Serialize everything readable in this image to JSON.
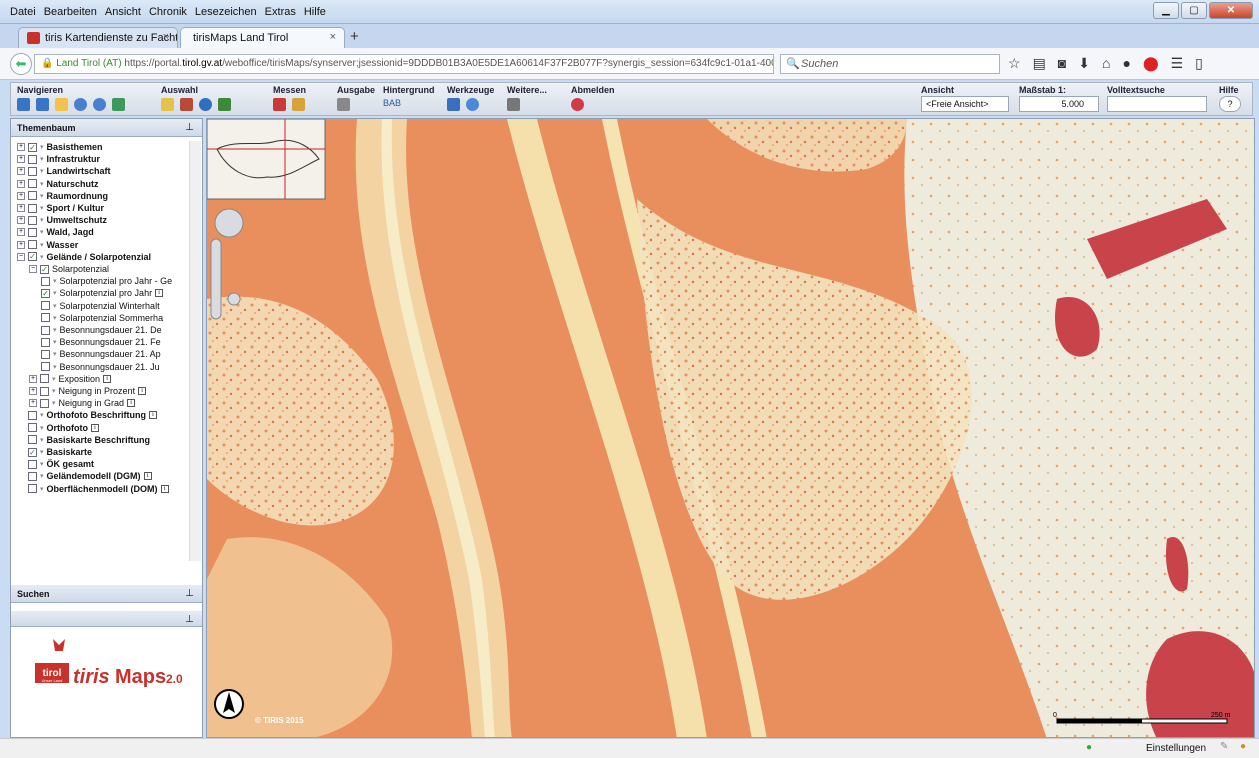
{
  "menu": [
    "Datei",
    "Bearbeiten",
    "Ansicht",
    "Chronik",
    "Lesezeichen",
    "Extras",
    "Hilfe"
  ],
  "tabs": [
    {
      "label": "tiris Kartendienste zu Facht..."
    },
    {
      "label": "tirisMaps Land Tirol"
    }
  ],
  "nav": {
    "identity": "Land Tirol (AT)",
    "url_prefix": "https://portal.",
    "url_domain": "tirol.gv.at",
    "url_path": "/weboffice/tirisMaps/synserver;jsessionid=9DDDB01B3A0E5DE1A60614F37F2B077F?synergis_session=634fc9c1-01a1-4006-bd76-0acf561...",
    "search_placeholder": "Suchen"
  },
  "toolbar": {
    "navigieren": "Navigieren",
    "auswahl": "Auswahl",
    "messen": "Messen",
    "ausgabe": "Ausgabe",
    "hintergrund": "Hintergrund",
    "hintergrund_value": "BAB",
    "werkzeuge": "Werkzeuge",
    "weitere": "Weitere...",
    "abmelden": "Abmelden",
    "ansicht": "Ansicht",
    "ansicht_value": "<Freie Ansicht>",
    "massstab": "Maßstab 1:",
    "massstab_value": "5.000",
    "volltextsuche": "Volltextsuche",
    "hilfe": "Hilfe"
  },
  "panel": {
    "themenbaum": "Themenbaum",
    "suchen": "Suchen"
  },
  "tree": [
    {
      "label": "Basisthemen",
      "level": 0,
      "checked": true,
      "bold": true
    },
    {
      "label": "Infrastruktur",
      "level": 0,
      "checked": false,
      "bold": true
    },
    {
      "label": "Landwirtschaft",
      "level": 0,
      "checked": false,
      "bold": true
    },
    {
      "label": "Naturschutz",
      "level": 0,
      "checked": false,
      "bold": true
    },
    {
      "label": "Raumordnung",
      "level": 0,
      "checked": false,
      "bold": true
    },
    {
      "label": "Sport / Kultur",
      "level": 0,
      "checked": false,
      "bold": true
    },
    {
      "label": "Umweltschutz",
      "level": 0,
      "checked": false,
      "bold": true
    },
    {
      "label": "Wald, Jagd",
      "level": 0,
      "checked": false,
      "bold": true
    },
    {
      "label": "Wasser",
      "level": 0,
      "checked": false,
      "bold": true
    },
    {
      "label": "Gelände / Solarpotenzial",
      "level": 0,
      "checked": true,
      "bold": true,
      "expanded": true
    },
    {
      "label": "Solarpotenzial",
      "level": 1,
      "checked": true,
      "bold": false,
      "expanded": true
    },
    {
      "label": "Solarpotenzial pro Jahr - Ge",
      "level": 2,
      "checked": false,
      "bold": false
    },
    {
      "label": "Solarpotenzial pro Jahr",
      "level": 2,
      "checked": true,
      "bold": false,
      "info": true
    },
    {
      "label": "Solarpotenzial Winterhalt",
      "level": 2,
      "checked": false,
      "bold": false
    },
    {
      "label": "Solarpotenzial Sommerha",
      "level": 2,
      "checked": false,
      "bold": false
    },
    {
      "label": "Besonnungsdauer 21. De",
      "level": 2,
      "checked": false,
      "bold": false
    },
    {
      "label": "Besonnungsdauer 21. Fe",
      "level": 2,
      "checked": false,
      "bold": false
    },
    {
      "label": "Besonnungsdauer 21. Ap",
      "level": 2,
      "checked": false,
      "bold": false
    },
    {
      "label": "Besonnungsdauer 21. Ju",
      "level": 2,
      "checked": false,
      "bold": false
    },
    {
      "label": "Exposition",
      "level": 1,
      "checked": false,
      "bold": false,
      "info": true
    },
    {
      "label": "Neigung in Prozent",
      "level": 1,
      "checked": false,
      "bold": false,
      "info": true
    },
    {
      "label": "Neigung in Grad",
      "level": 1,
      "checked": false,
      "bold": false,
      "info": true
    },
    {
      "label": "Orthofoto Beschriftung",
      "level": 0,
      "checked": false,
      "bold": true,
      "info": true,
      "flat": true
    },
    {
      "label": "Orthofoto",
      "level": 0,
      "checked": false,
      "bold": true,
      "info": true,
      "flat": true
    },
    {
      "label": "Basiskarte Beschriftung",
      "level": 0,
      "checked": false,
      "bold": true,
      "flat": true
    },
    {
      "label": "Basiskarte",
      "level": 0,
      "checked": true,
      "bold": true,
      "flat": true
    },
    {
      "label": "ÖK gesamt",
      "level": 0,
      "checked": false,
      "bold": true,
      "flat": true
    },
    {
      "label": "Geländemodell (DGM)",
      "level": 0,
      "checked": false,
      "bold": true,
      "info": true,
      "flat": true
    },
    {
      "label": "Oberflächenmodell (DOM)",
      "level": 0,
      "checked": false,
      "bold": true,
      "info": true,
      "flat": true
    }
  ],
  "logo": {
    "badge": "tirol",
    "badge_sub": "Unser Land",
    "brand_italic": "tiris",
    "brand": "Maps",
    "version": "2.0"
  },
  "map": {
    "copyright": "© TIRIS 2015",
    "scale_start": "0",
    "scale_end": "250 m"
  },
  "status": {
    "settings": "Einstellungen"
  },
  "colors": {
    "map_base": "#e98f5e",
    "map_light": "#f6e7c4",
    "map_pale": "#eeeae0",
    "map_hot": "#c8434a"
  }
}
